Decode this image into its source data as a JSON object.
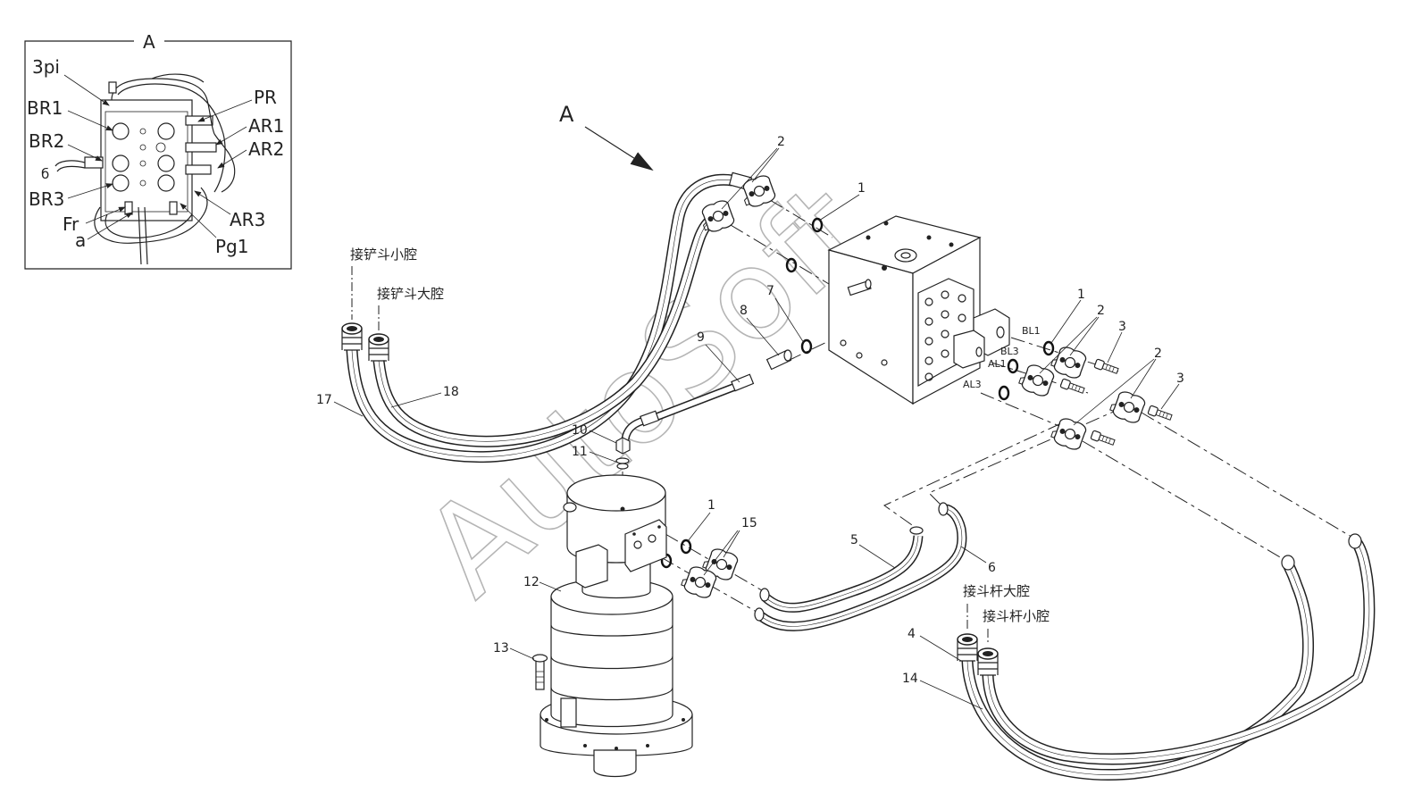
{
  "view_label": "A",
  "inset": {
    "title": "A",
    "left_labels": [
      "3pi",
      "BR1",
      "BR2",
      "BR3",
      "Fr",
      "a",
      "б"
    ],
    "right_labels": [
      "PR",
      "AR1",
      "AR2",
      "AR3",
      "Pg1"
    ]
  },
  "callouts": [
    "2",
    "1",
    "7",
    "8",
    "9",
    "10",
    "11",
    "1",
    "2",
    "3",
    "2",
    "3",
    "12",
    "13",
    "15",
    "1",
    "5",
    "6",
    "4",
    "14",
    "17",
    "18"
  ],
  "ports": [
    "BL1",
    "BL3",
    "AL1",
    "AL3"
  ],
  "connection_notes": [
    "接铲斗小腔",
    "接铲斗大腔",
    "接斗杆大腔",
    "接斗杆小腔"
  ],
  "watermark": "AutoSoft"
}
